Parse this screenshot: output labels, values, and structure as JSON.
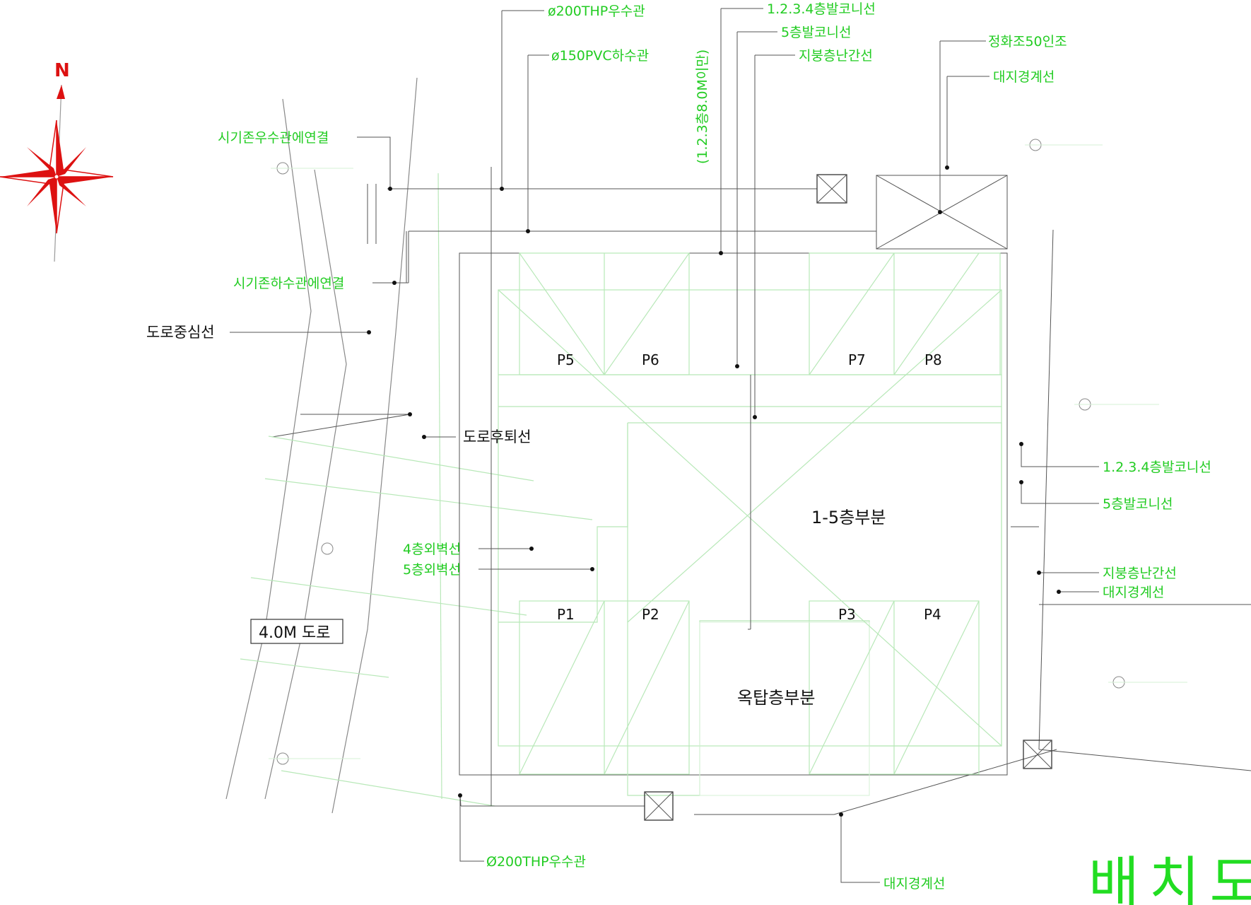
{
  "north_label": "N",
  "title": "배치도",
  "road_label": "4.0M 도로",
  "areas": {
    "main": "1-5층부분",
    "rooftop": "옥탑층부분"
  },
  "parking": [
    "P1",
    "P2",
    "P3",
    "P4",
    "P5",
    "P6",
    "P7",
    "P8"
  ],
  "annotations": {
    "storm_pipe_top": "ø200THP우수관",
    "sewer_pipe_top": "ø150PVC하수관",
    "height_note": "(1.2.3층8.0M이만)",
    "balcony_1234_top": "1.2.3.4층발코니선",
    "balcony_5_top": "5층발코니선",
    "roof_parapet_top": "지붕층난간선",
    "septic_tank": "정화조50인조",
    "site_boundary_top": "대지경계선",
    "storm_connect": "시기존우수관에연결",
    "sewer_connect": "시기존하수관에연결",
    "road_center": "도로중심선",
    "road_setback": "도로후퇴선",
    "wall_4f": "4층외벽선",
    "wall_5f": "5층외벽선",
    "balcony_1234_right": "1.2.3.4층발코니선",
    "balcony_5_right": "5층발코니선",
    "roof_parapet_right": "지붕층난간선",
    "site_boundary_right": "대지경계선",
    "storm_pipe_bottom": "Ø200THP우수관",
    "site_boundary_bottom": "대지경계선"
  },
  "colors": {
    "annotation_green": "#22cc22",
    "title_green": "#22dd22",
    "north_red": "#dd1111",
    "linework_green": "#b8e8b8"
  }
}
